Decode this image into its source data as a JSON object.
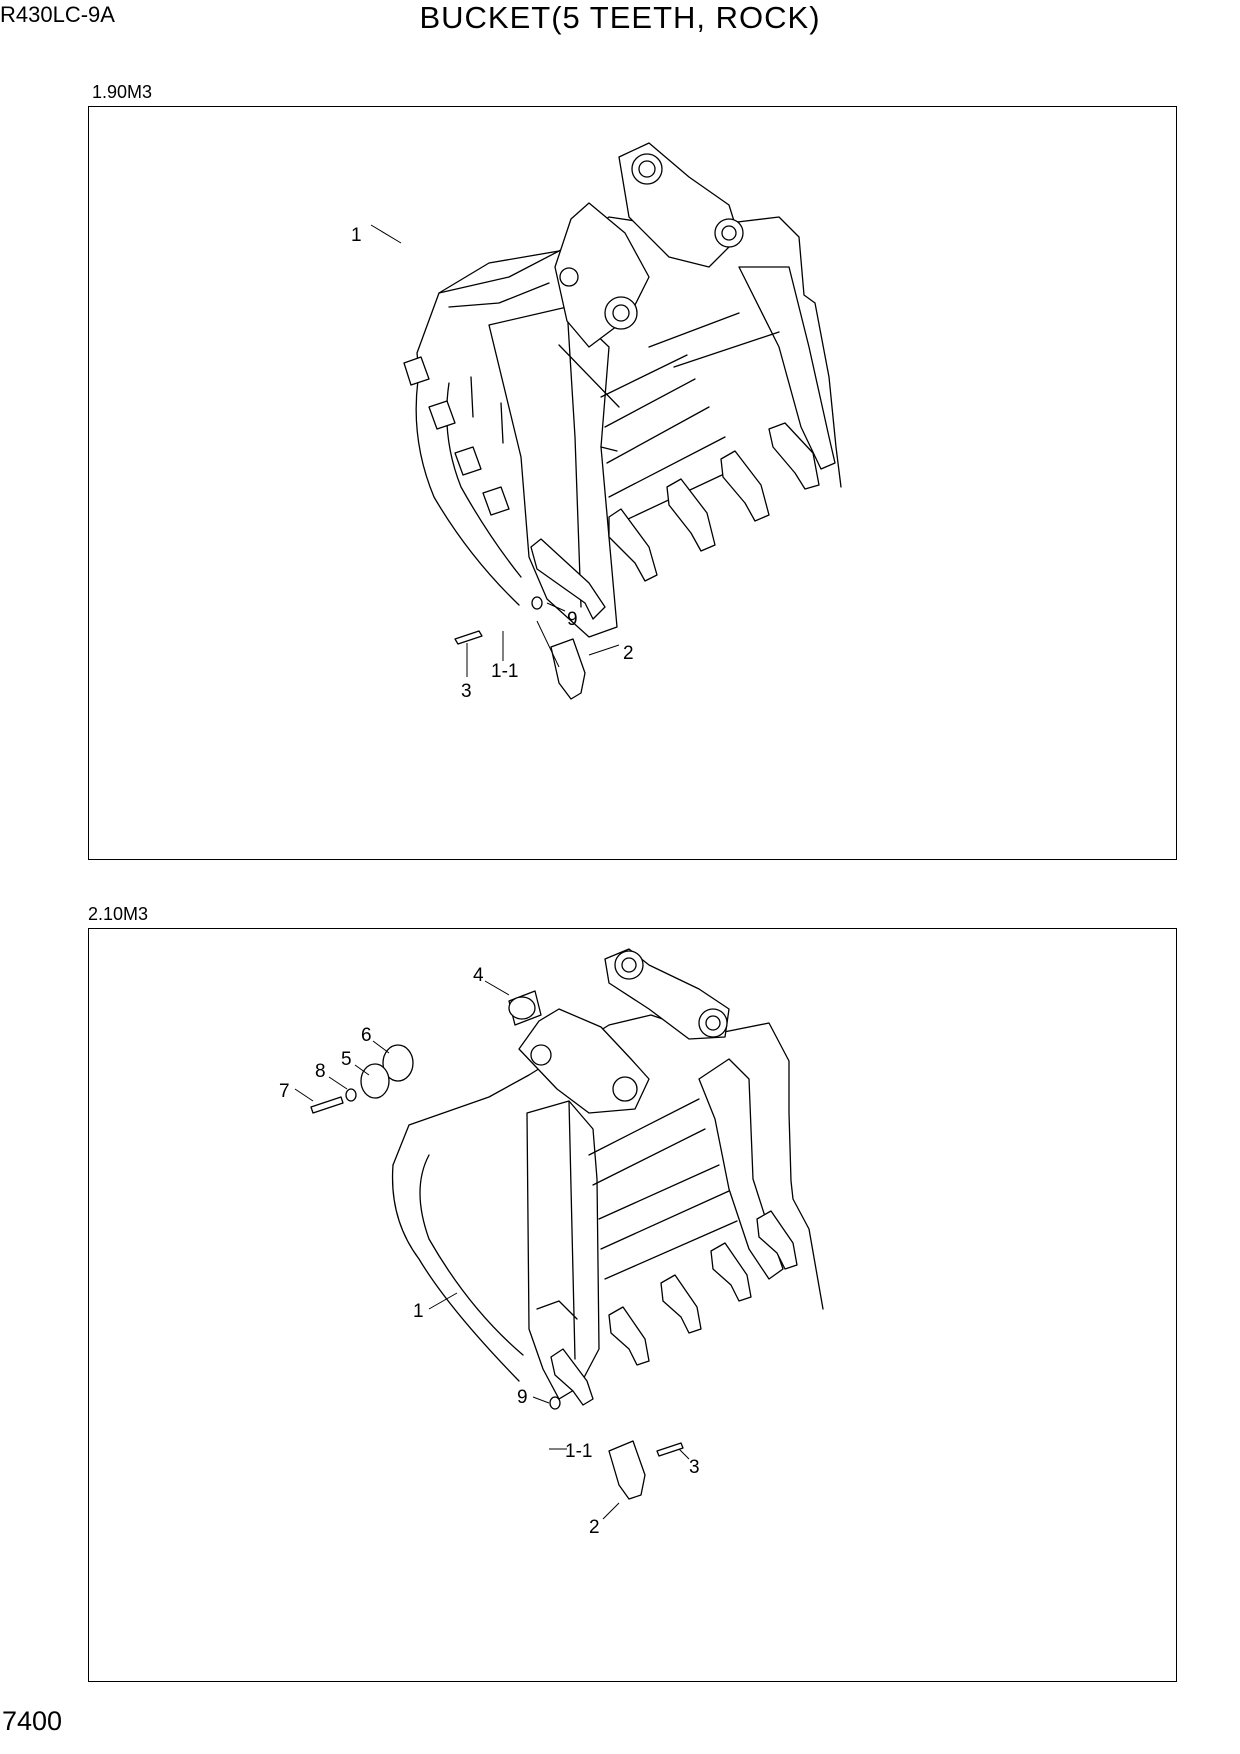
{
  "header": {
    "model": "R430LC-9A",
    "title": "BUCKET(5 TEETH, ROCK)",
    "page_number": "7400"
  },
  "sections": [
    {
      "label": "1.90M3",
      "callouts": {
        "c1": "1",
        "c9": "9",
        "c2": "2",
        "c11": "1-1",
        "c3": "3"
      }
    },
    {
      "label": "2.10M3",
      "callouts": {
        "c4": "4",
        "c6": "6",
        "c5": "5",
        "c8": "8",
        "c7": "7",
        "c1": "1",
        "c9": "9",
        "c11": "1-1",
        "c3": "3",
        "c2": "2"
      }
    }
  ]
}
